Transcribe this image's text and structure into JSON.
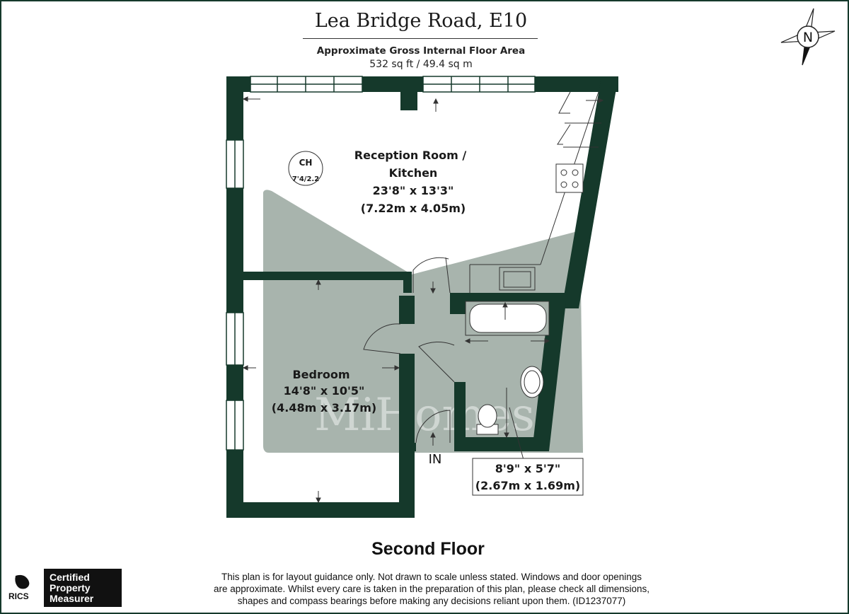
{
  "header": {
    "title": "Lea Bridge Road, E10",
    "subtitle": "Approximate Gross Internal Floor Area",
    "area": "532 sq ft / 49.4 sq m"
  },
  "compass": {
    "letter": "N"
  },
  "rooms": {
    "reception": {
      "name_line1": "Reception Room  /",
      "name_line2": "Kitchen",
      "imperial": "23'8\" x 13'3\"",
      "metric": "(7.22m x 4.05m)"
    },
    "bedroom": {
      "name": "Bedroom",
      "imperial": "14'8\" x 10'5\"",
      "metric": "(4.48m x 3.17m)"
    },
    "bathroom": {
      "imperial": "8'9\" x 5'7\"",
      "metric": "(2.67m x 1.69m)"
    }
  },
  "ceiling_height": {
    "label": "CH",
    "value": "7'4/2.2"
  },
  "entrance_label": "IN",
  "watermark": "MiHomes",
  "floor_name": "Second Floor",
  "disclaimer": [
    "This plan is for layout guidance only. Not drawn to scale unless stated. Windows and door openings",
    "are approximate. Whilst every care is taken in the preparation of this plan, please check all dimensions,",
    "shapes and compass bearings before making any decisions reliant upon them. (ID1237077)"
  ],
  "badges": {
    "rics": "RICS",
    "certified": [
      "Certified",
      "Property",
      "Measurer"
    ]
  },
  "colors": {
    "wall": "#15392b",
    "shade": "#a8b4ad",
    "frame": "#15392b"
  }
}
